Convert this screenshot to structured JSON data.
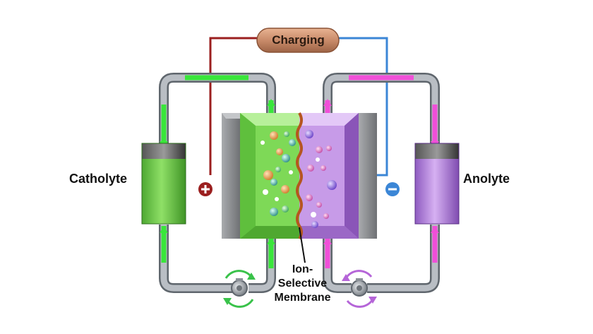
{
  "status_label": "Charging",
  "left_tank_label": "Catholyte",
  "right_tank_label": "Anolyte",
  "membrane_label": {
    "line1": "Ion-",
    "line2": "Selective",
    "line3": "Membrane"
  },
  "colors": {
    "catholyte": "#7ed957",
    "catholyte_dark": "#4fa830",
    "anolyte": "#c79be8",
    "anolyte_dark": "#8a55b8",
    "flow_green": "#39e63a",
    "flow_pink": "#f04fd8",
    "wire_positive": "#9b1f1f",
    "wire_negative": "#3b86d6",
    "membrane": "#b5561f",
    "pipe": "#9aa0a6",
    "electrode": "#8d8f92",
    "charging_pill": "#c98b6a"
  },
  "terminals": {
    "positive_symbol": "+",
    "negative_symbol": "−"
  },
  "icons": [
    "plus-terminal-icon",
    "minus-terminal-icon",
    "pump-icon",
    "rotation-arrows-icon"
  ]
}
